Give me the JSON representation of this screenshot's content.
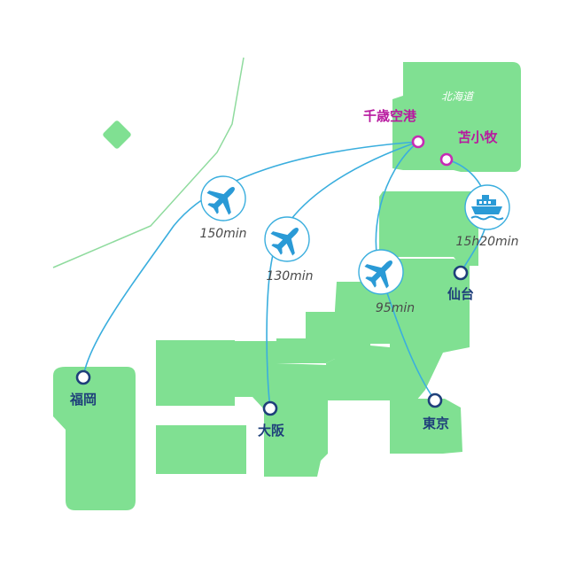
{
  "region_label": "北海道",
  "hubs": [
    {
      "id": "chitose",
      "label": "千歳空港"
    },
    {
      "id": "tomakomai",
      "label": "苫小牧"
    }
  ],
  "cities": [
    {
      "id": "fukuoka",
      "label": "福岡"
    },
    {
      "id": "osaka",
      "label": "大阪"
    },
    {
      "id": "tokyo",
      "label": "東京"
    },
    {
      "id": "sendai",
      "label": "仙台"
    }
  ],
  "routes": [
    {
      "id": "fukuoka",
      "mode": "airplane",
      "duration": "150min"
    },
    {
      "id": "osaka",
      "mode": "airplane",
      "duration": "130min"
    },
    {
      "id": "tokyo",
      "mode": "airplane",
      "duration": "95min"
    },
    {
      "id": "sendai",
      "mode": "ferry",
      "duration": "15h20min"
    }
  ],
  "colors": {
    "land": "#80e092",
    "route": "#3aaede",
    "city": "#1e3f7a",
    "hub": "#c62bb4",
    "icon": "#2a9ad6"
  },
  "icons": [
    "airplane-icon",
    "ship-icon"
  ]
}
